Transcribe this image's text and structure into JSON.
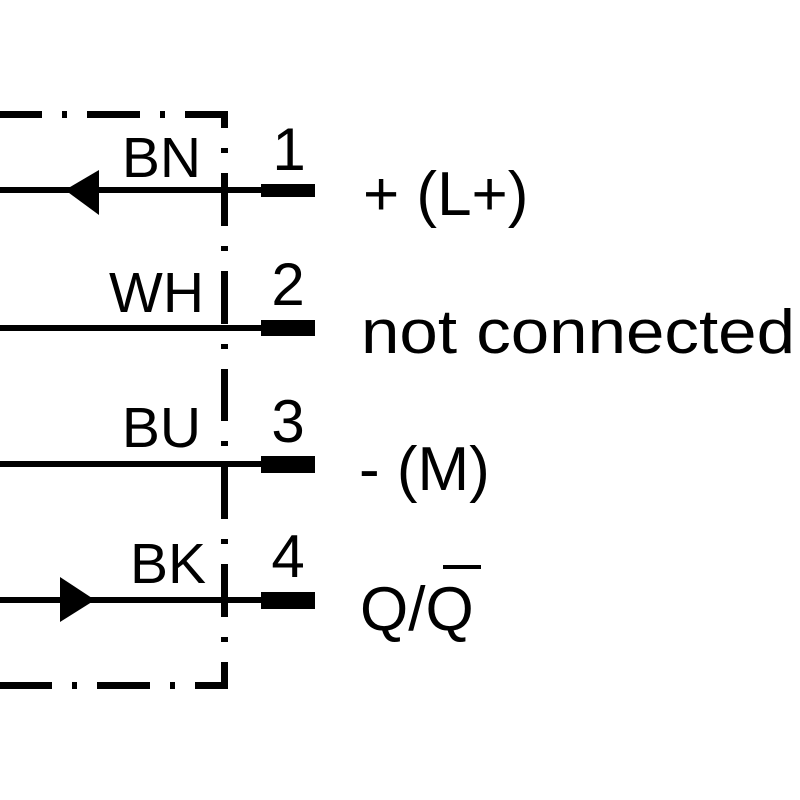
{
  "diagram": {
    "type": "connector-pinout",
    "stroke_color": "#000000",
    "background": "#ffffff",
    "housing_border": "dash-dot",
    "pins": [
      {
        "number": "1",
        "wire_color": "BN",
        "signal": "+ (L+)",
        "arrow": "inward"
      },
      {
        "number": "2",
        "wire_color": "WH",
        "signal": "not connected",
        "arrow": "none"
      },
      {
        "number": "3",
        "wire_color": "BU",
        "signal": "- (M)",
        "arrow": "none"
      },
      {
        "number": "4",
        "wire_color": "BK",
        "signal_prefix": "Q/",
        "signal_overlined": "Q",
        "arrow": "outward"
      }
    ]
  }
}
